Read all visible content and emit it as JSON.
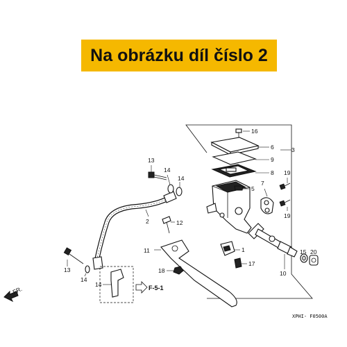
{
  "banner": {
    "text": "Na obrázku díl číslo 2"
  },
  "diagram_code": "XPHI- F0500A",
  "ref_label": "F-5-1",
  "direction_label": "FR.",
  "callouts": {
    "c1": "1",
    "c2": "2",
    "c3": "3",
    "c5": "5",
    "c6": "6",
    "c7": "7",
    "c8": "8",
    "c9": "9",
    "c10": "10",
    "c11": "11",
    "c12": "12",
    "c13a": "13",
    "c13b": "13",
    "c14a": "14",
    "c14b": "14",
    "c14c": "14",
    "c15": "15",
    "c16": "16",
    "c17": "17",
    "c18": "18",
    "c19a": "19",
    "c19b": "19",
    "c20": "20"
  }
}
